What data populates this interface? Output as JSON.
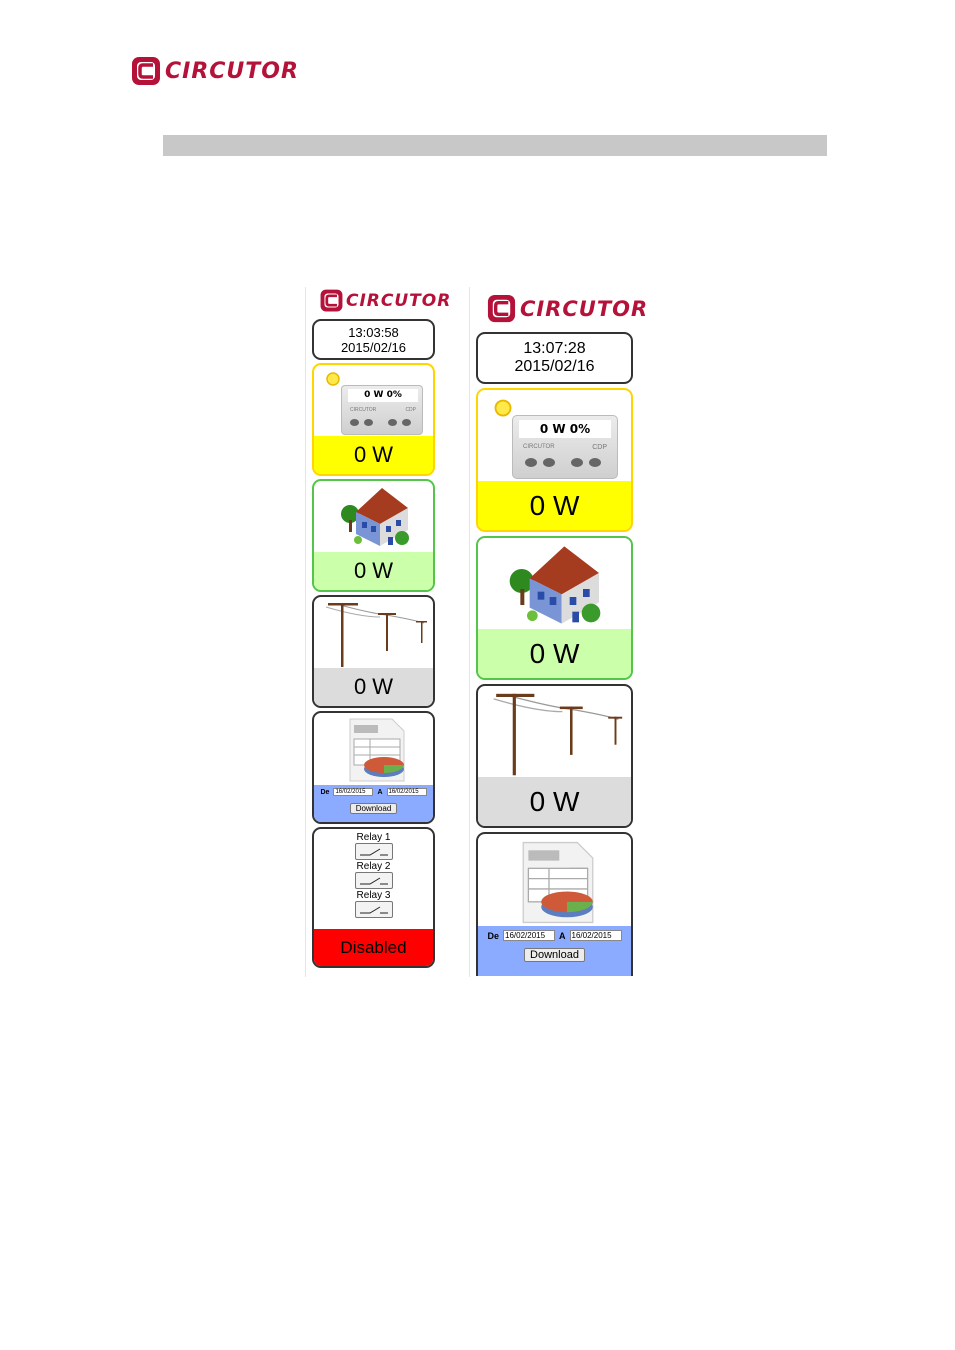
{
  "document": {
    "brand": "CIRCUTOR"
  },
  "screens": {
    "small": {
      "brand": "CIRCUTOR",
      "time": "13:03:58",
      "date": "2015/02/16",
      "device_display": "0 W 0%",
      "device_brand": "CIRCUTOR",
      "device_model": "CDP",
      "solar_value": "0 W",
      "house_value": "0 W",
      "grid_value": "0 W",
      "from_label": "De",
      "from_date": "16/02/2015",
      "to_label": "A",
      "to_date": "16/02/2015",
      "download_label": "Download",
      "relays": [
        "Relay 1",
        "Relay 2",
        "Relay 3"
      ],
      "status": "Disabled"
    },
    "large": {
      "brand": "CIRCUTOR",
      "time": "13:07:28",
      "date": "2015/02/16",
      "device_display": "0 W 0%",
      "device_brand": "CIRCUTOR",
      "device_model": "CDP",
      "solar_value": "0 W",
      "house_value": "0 W",
      "grid_value": "0 W",
      "from_label": "De",
      "from_date": "16/02/2015",
      "to_label": "A",
      "to_date": "16/02/2015",
      "download_label": "Download"
    }
  },
  "colors": {
    "brand_red": "#b5123a",
    "solar_yellow": "#ffff00",
    "house_green": "#ccffaa",
    "grid_gray": "#dcdcdc",
    "download_blue": "#8aabff",
    "status_red": "#ff0000",
    "solar_border": "#ffd500",
    "house_border": "#55c44a"
  },
  "icons": [
    "circutor-logo-icon",
    "sun-icon",
    "cdp-device-icon",
    "house-icon",
    "power-lines-icon",
    "spreadsheet-chart-icon",
    "relay-switch-icon"
  ]
}
